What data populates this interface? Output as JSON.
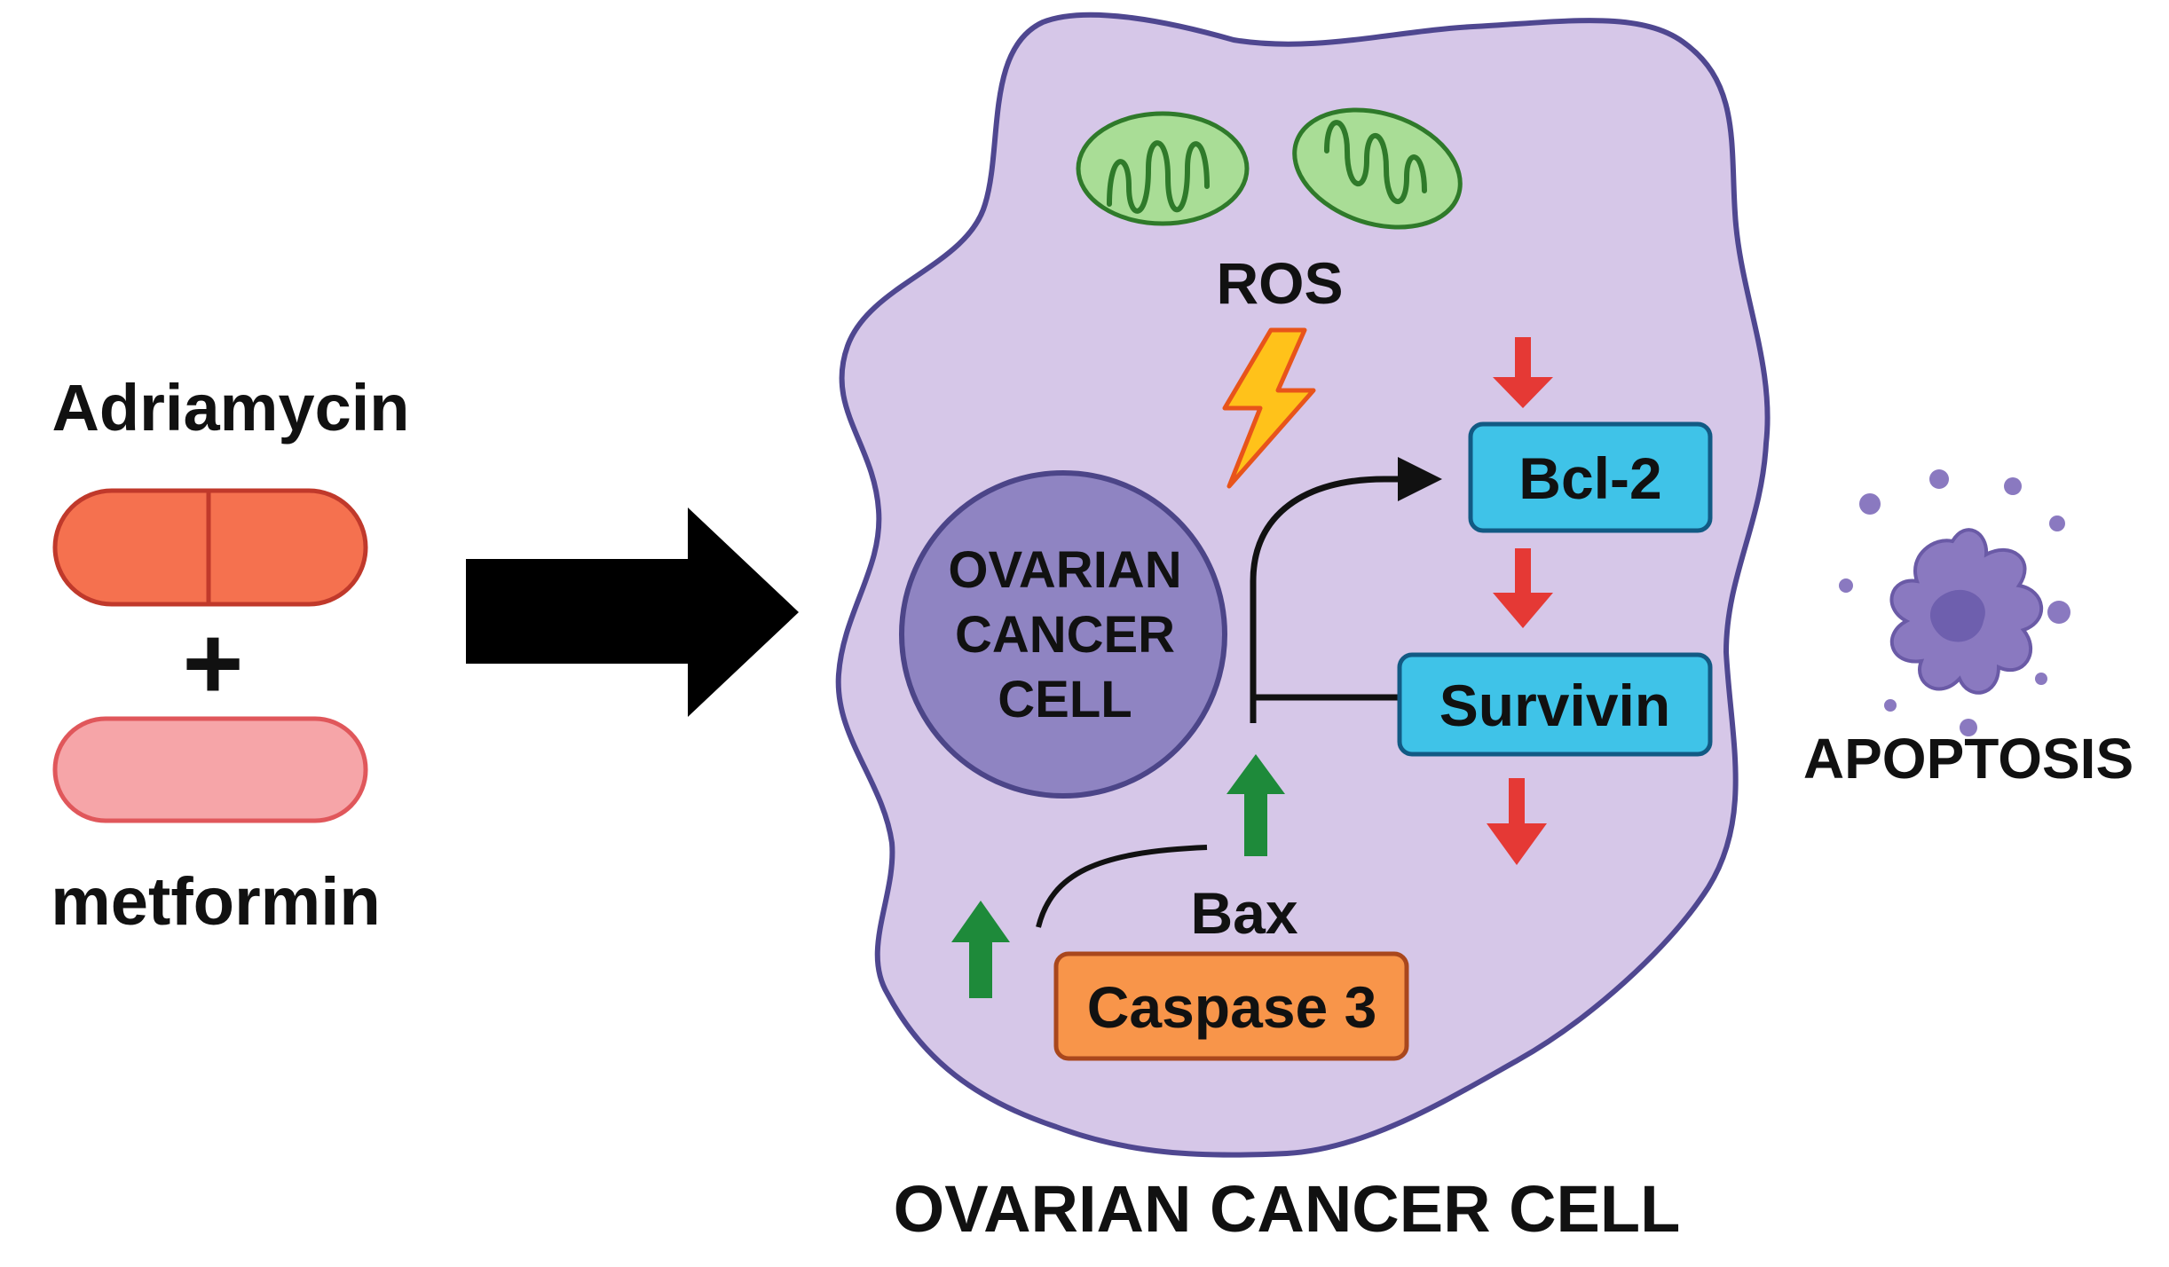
{
  "drugs": {
    "drug_a": "Adriamycin",
    "plus": "+",
    "drug_b": "metformin"
  },
  "cell": {
    "ros": "ROS",
    "nucleus_line1": "OVARIAN",
    "nucleus_line2": "CANCER",
    "nucleus_line3": "CELL",
    "bcl2": "Bcl-2",
    "survivin": "Survivin",
    "bax": "Bax",
    "caspase3": "Caspase 3",
    "caption": "OVARIAN CANCER CELL"
  },
  "outcome": {
    "label": "APOPTOSIS"
  },
  "colors": {
    "cell_fill": "#d6c7e8",
    "cell_stroke": "#4f4790",
    "nucleus_fill": "#8f84c2",
    "nucleus_stroke": "#4c4588",
    "mito_fill": "#a9dd96",
    "mito_stroke": "#2f7a2a",
    "pill_dark": "#f5714f",
    "pill_light": "#f6a5a8",
    "box_blue": "#3fc3e8",
    "box_orange": "#f8954a",
    "arrow_down": "#e53935",
    "arrow_up": "#1e8a3a",
    "bolt": "#ffc21a",
    "apoptosis": "#8a79c0"
  }
}
